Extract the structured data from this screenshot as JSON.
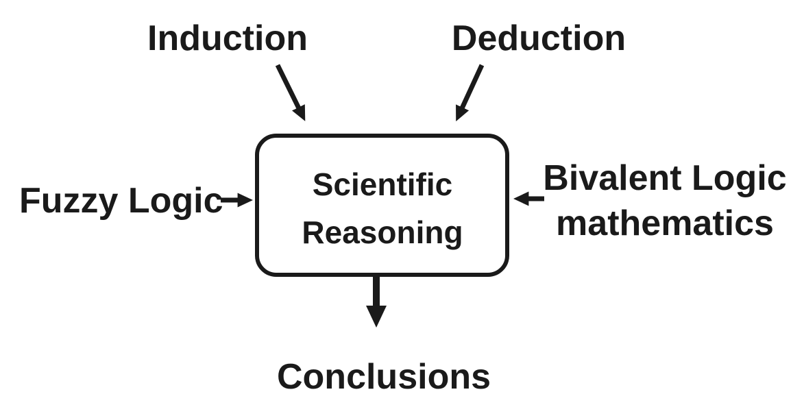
{
  "diagram": {
    "center": {
      "line1": "Scientific",
      "line2": "Reasoning"
    },
    "inputs": {
      "induction": "Induction",
      "deduction": "Deduction",
      "fuzzy_logic": "Fuzzy Logic",
      "bivalent_line1": "Bivalent Logic",
      "bivalent_line2": "mathematics"
    },
    "output": {
      "conclusions": "Conclusions"
    },
    "colors": {
      "ink": "#1a1a1a",
      "background": "#ffffff"
    }
  }
}
